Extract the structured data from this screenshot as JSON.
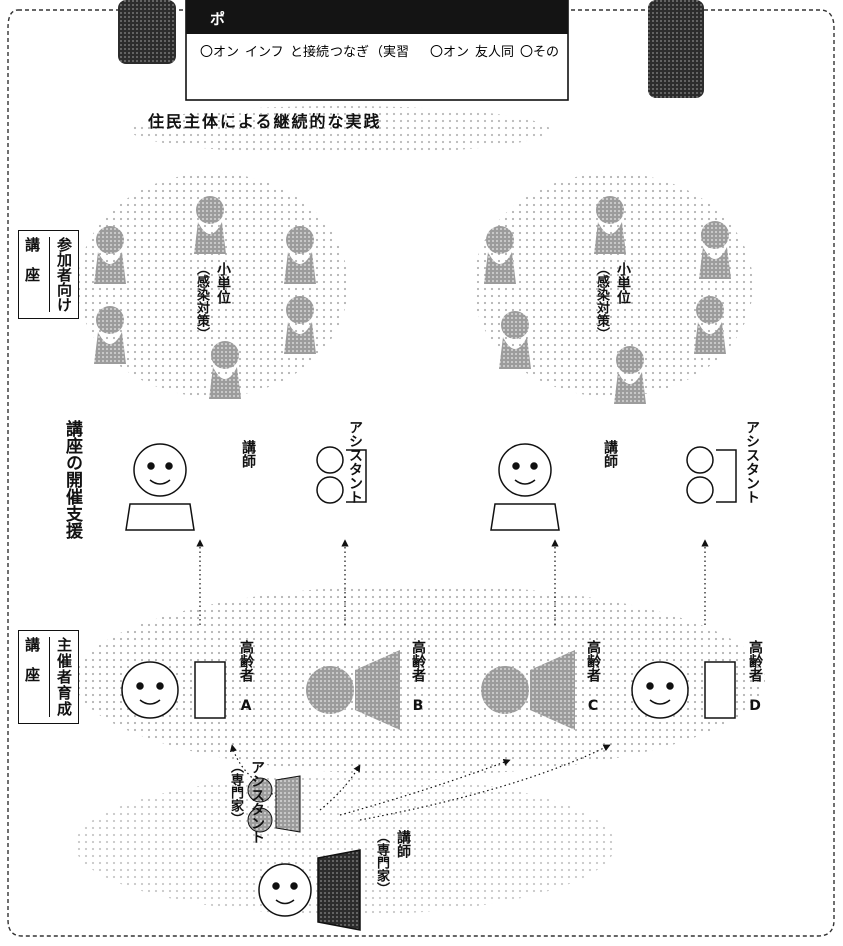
{
  "headers": {
    "organizer_course": [
      "主催者育成",
      "講　座"
    ],
    "participant_course": [
      "参加者向け",
      "講　座"
    ],
    "support": "講座の開催支援",
    "practice": "住民主体による継続的な実践"
  },
  "left_group": {
    "teacher": "講師",
    "teacher_note": "（専門家）",
    "assistant": "アシスタント",
    "assistant_note": "（専門家）"
  },
  "seniors": [
    "高齢者 A",
    "高齢者 B",
    "高齢者 C",
    "高齢者 D"
  ],
  "support_groups": [
    {
      "teacher": "講師",
      "assistant": "アシスタント"
    },
    {
      "teacher": "講師",
      "assistant": "アシスタント"
    }
  ],
  "unit_groups": [
    {
      "label": "小単位",
      "note": "（感染対策）"
    },
    {
      "label": "小単位",
      "note": "（感染対策）"
    }
  ],
  "box": {
    "title": "ポ",
    "line1": "〇オン",
    "line2": "インフ",
    "line3": "と接続",
    "line4": "つなぎ",
    "line5": "（実習",
    "line6": "〇オン",
    "line7": "友人同",
    "line8": "〇その"
  },
  "colors": {
    "ink": "#111111",
    "figure_gray": "#8a8a8a",
    "dots": "#bdbdbd"
  }
}
